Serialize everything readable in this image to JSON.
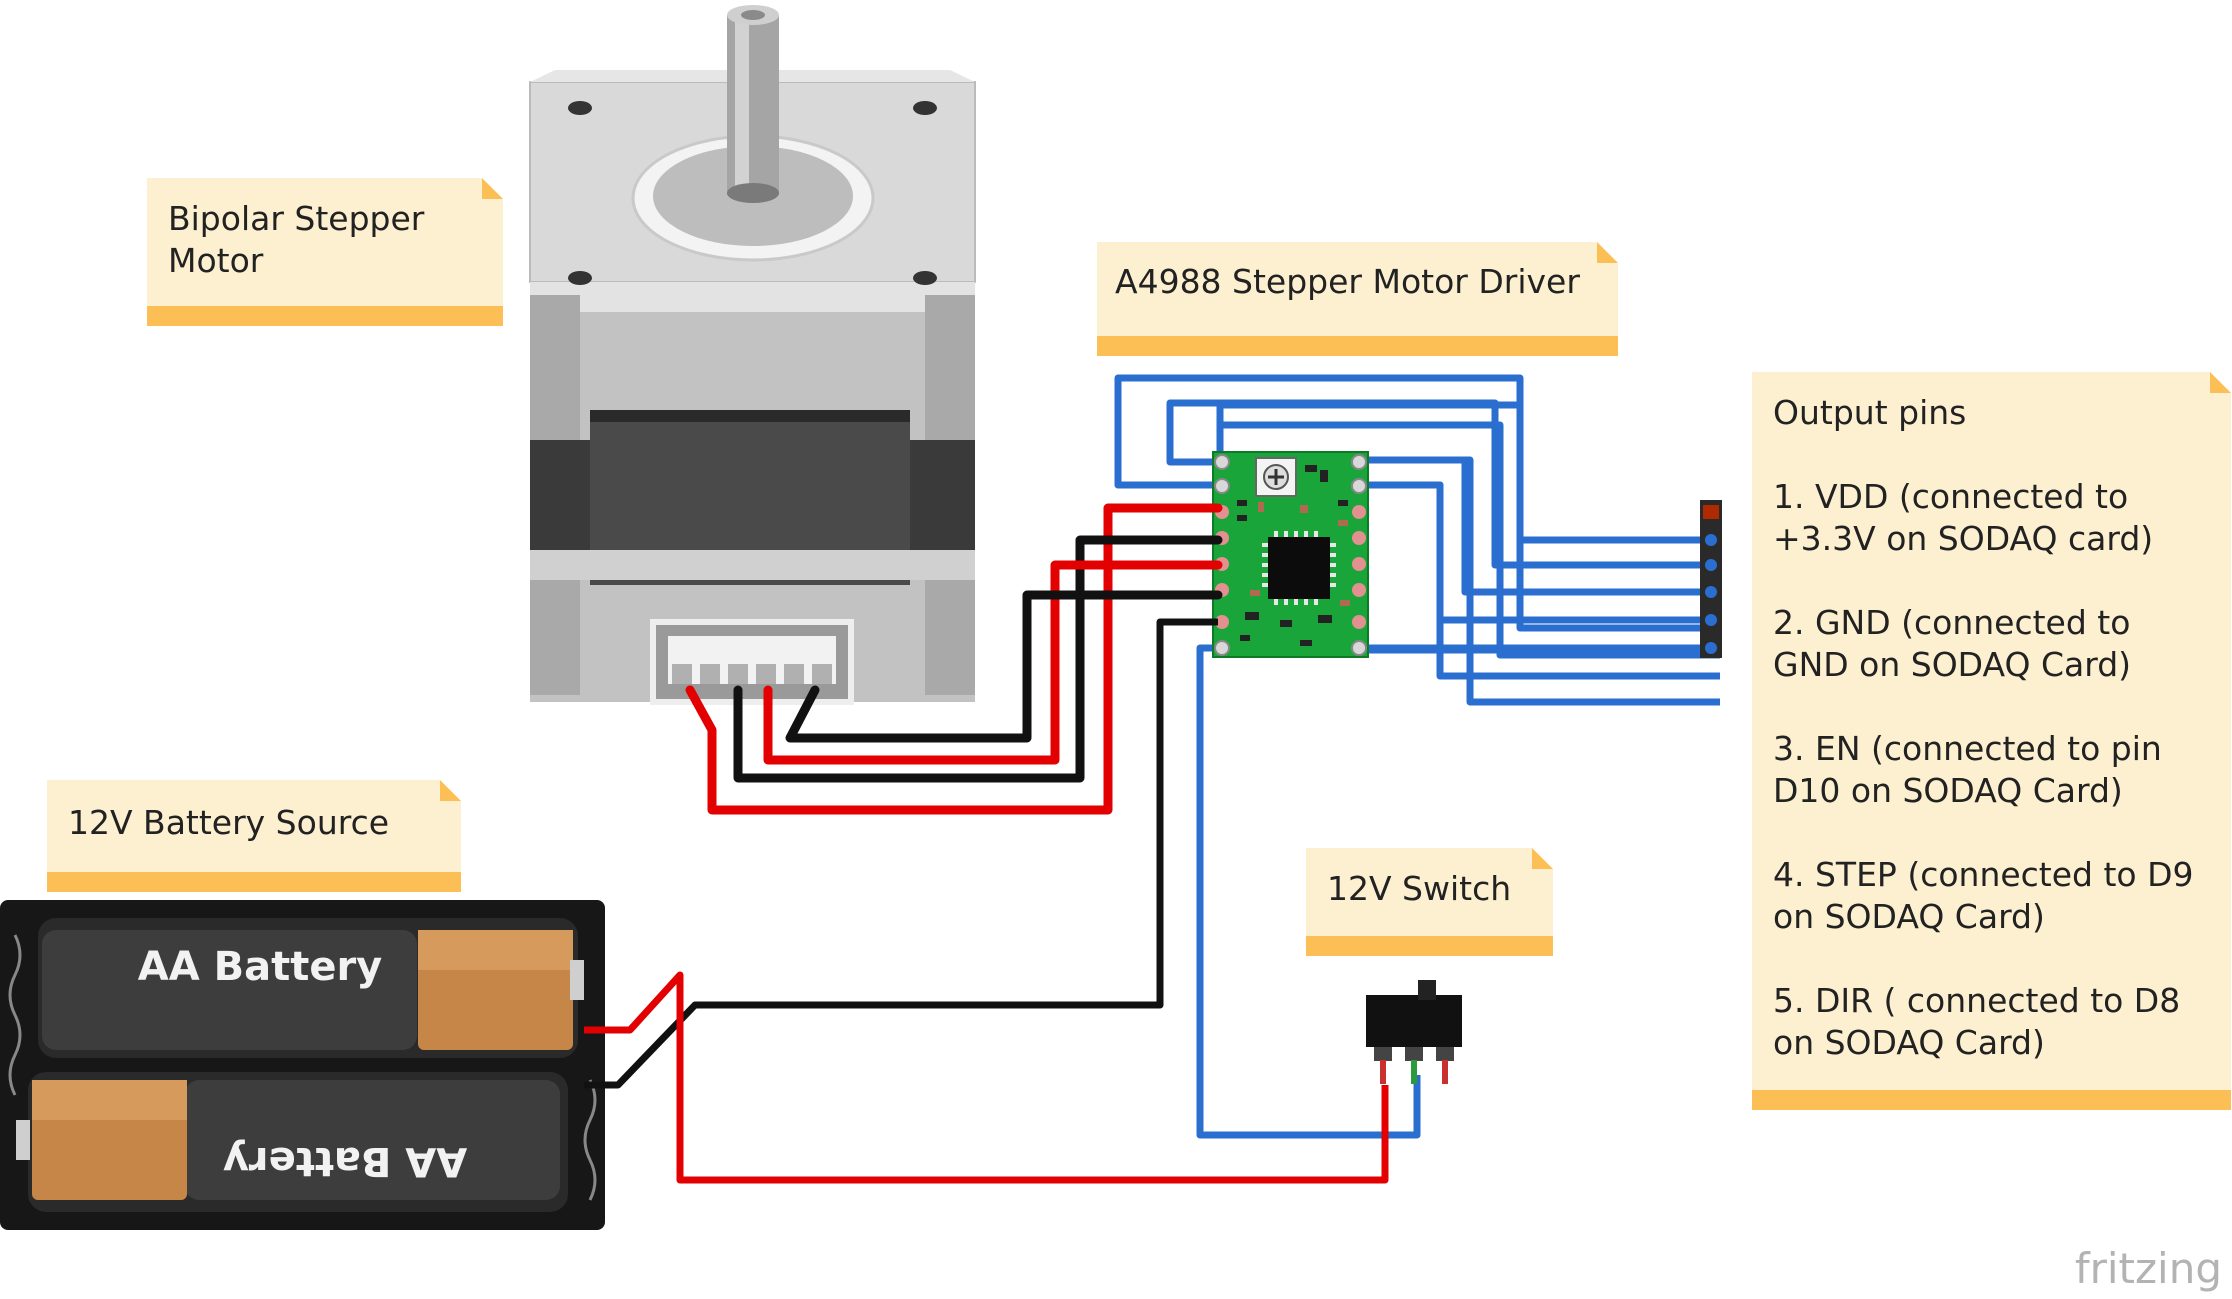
{
  "notes": {
    "motor": {
      "line1": "Bipolar Stepper",
      "line2": "Motor"
    },
    "driver": {
      "title": "A4988 Stepper Motor Driver"
    },
    "battery": {
      "title": "12V Battery Source"
    },
    "switch": {
      "title": "12V Switch"
    },
    "output": {
      "title": "Output pins",
      "lines": [
        "1. VDD  (connected to",
        "+3.3V on SODAQ card)",
        "2. GND (connected to",
        "GND on SODAQ Card)",
        "3. EN (connected to pin",
        "D10 on SODAQ Card)",
        "4. STEP (connected to D9",
        "on SODAQ Card)",
        "5. DIR ( connected to D8",
        "on SODAQ Card)"
      ]
    }
  },
  "battery": {
    "cell1_label": "AA Battery",
    "cell2_label": "AA Battery"
  },
  "watermark": "fritzing",
  "colors": {
    "note_bg": "#fdf0d0",
    "note_bar": "#fbbf55",
    "wire_red": "#e30000",
    "wire_black": "#111111",
    "wire_blue": "#2a6fd0",
    "board_green": "#1aa53a",
    "motor_body": "#b8b8b8"
  }
}
